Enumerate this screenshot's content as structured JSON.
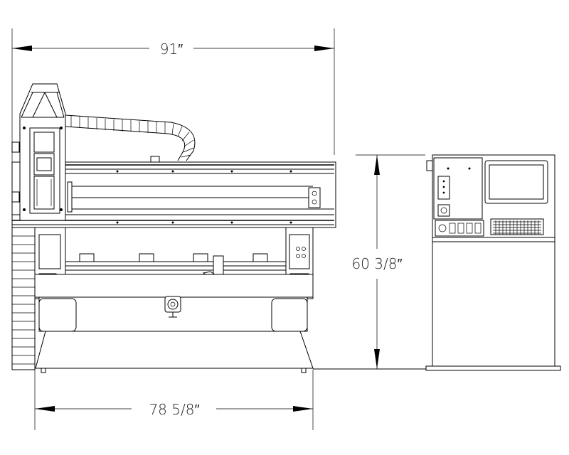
{
  "dimensions": {
    "overall_width": "91″",
    "base_width": "78 5/8″",
    "height": "60 3/8″"
  }
}
